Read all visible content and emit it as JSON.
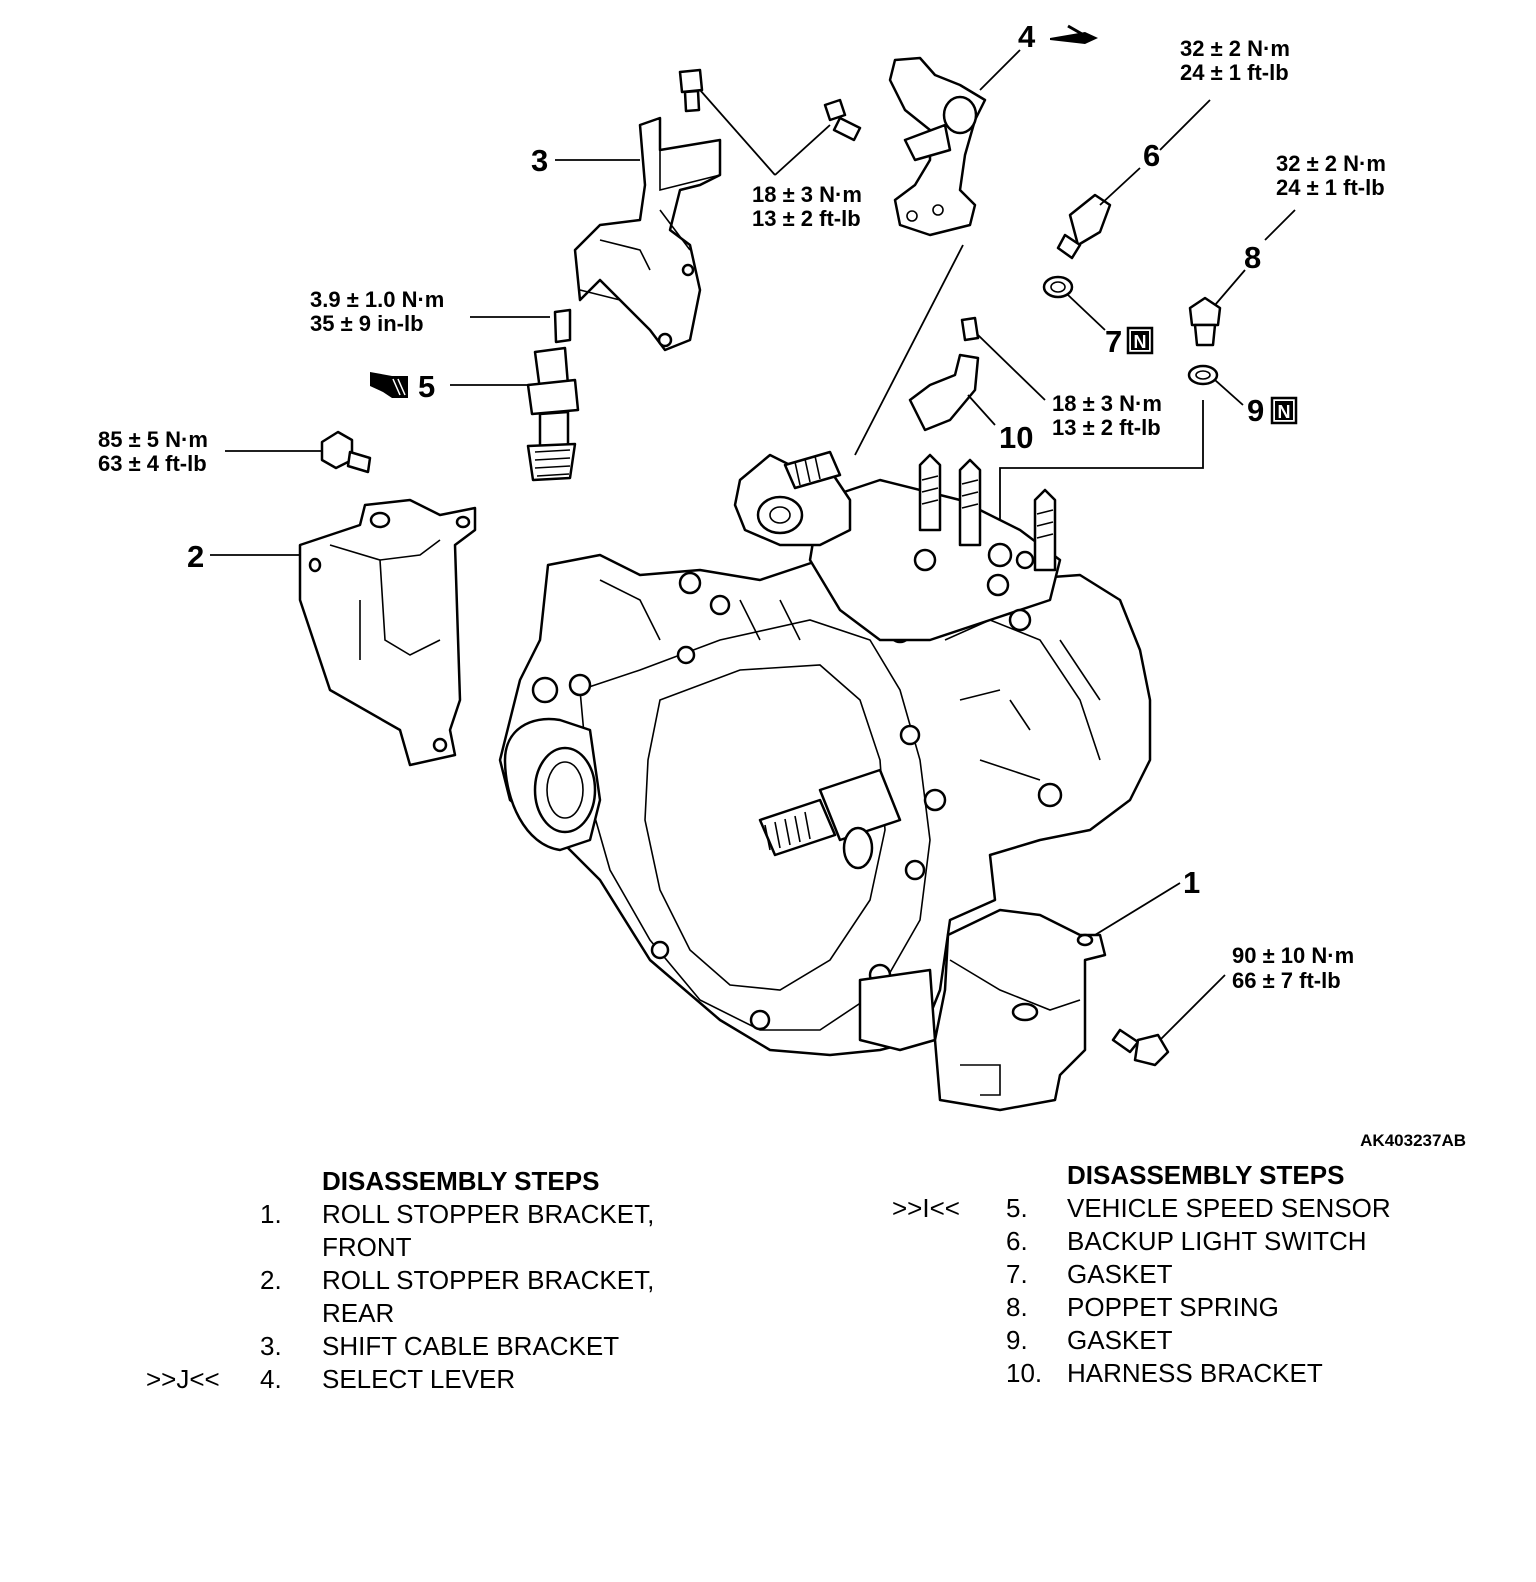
{
  "figure_id": "AK403237AB",
  "callouts": {
    "c1": "1",
    "c2": "2",
    "c3": "3",
    "c4": "4",
    "c5": "5",
    "c6": "6",
    "c7": "7",
    "c8": "8",
    "c9": "9",
    "c10": "10"
  },
  "torque_specs": {
    "t_bracket3": [
      "18 ± 3 N·m",
      "13 ± 2 ft-lb"
    ],
    "t_sensor5": [
      "3.9 ± 1.0 N·m",
      "35 ± 9 in-lb"
    ],
    "t_bolt2": [
      "85 ± 5 N·m",
      "63 ± 4 ft-lb"
    ],
    "t_switch6": [
      "32 ± 2 N·m",
      "24 ± 1 ft-lb"
    ],
    "t_plug8": [
      "32 ± 2 N·m",
      "24 ± 1 ft-lb"
    ],
    "t_bracket10": [
      "18 ± 3 N·m",
      "13 ± 2 ft-lb"
    ],
    "t_bracket1": [
      "90 ± 10 N·m",
      "66 ± 7 ft-lb"
    ]
  },
  "badges": {
    "new_part": "N"
  },
  "steps_left": {
    "heading": "DISASSEMBLY STEPS",
    "items": [
      {
        "mark": "",
        "num": "1.",
        "text": "ROLL STOPPER BRACKET,",
        "text2": "FRONT"
      },
      {
        "mark": "",
        "num": "2.",
        "text": "ROLL STOPPER BRACKET,",
        "text2": "REAR"
      },
      {
        "mark": "",
        "num": "3.",
        "text": "SHIFT CABLE BRACKET",
        "text2": ""
      },
      {
        "mark": ">>J<<",
        "num": "4.",
        "text": "SELECT LEVER",
        "text2": ""
      }
    ]
  },
  "steps_right": {
    "heading": "DISASSEMBLY STEPS",
    "items": [
      {
        "mark": ">>I<<",
        "num": "5.",
        "text": "VEHICLE SPEED SENSOR"
      },
      {
        "mark": "",
        "num": "6.",
        "text": "BACKUP LIGHT SWITCH"
      },
      {
        "mark": "",
        "num": "7.",
        "text": "GASKET"
      },
      {
        "mark": "",
        "num": "8.",
        "text": "POPPET SPRING"
      },
      {
        "mark": "",
        "num": "9.",
        "text": "GASKET"
      },
      {
        "mark": "",
        "num": "10.",
        "text": "HARNESS BRACKET"
      }
    ]
  }
}
